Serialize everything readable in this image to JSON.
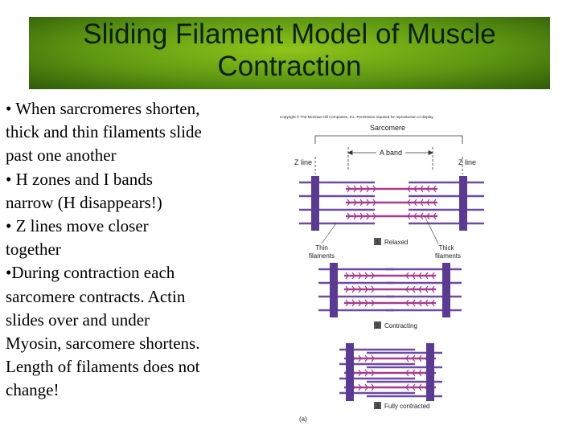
{
  "slide": {
    "title_lines": [
      "Sliding Filament Model of Muscle",
      "Contraction"
    ],
    "bullet_lines": [
      "• When sarcromeres shorten,",
      "thick and thin filaments slide",
      "past one another",
      "• H zones and I bands",
      "narrow (H disappears!)",
      "• Z lines move closer",
      "together",
      "•During contraction each",
      "sarcomere contracts.  Actin",
      "slides over and under",
      "Myosin, sarcomere shortens.",
      "Length of filaments does not",
      "change!"
    ]
  },
  "figure": {
    "copyright": "Copyright © The McGraw-Hill Companies, Inc. Permission required for reproduction or display.",
    "sarcomere_label": "Sarcomere",
    "a_band_label": "A band",
    "z_line_left": "Z line",
    "z_line_right": "Z line",
    "thin_filaments_label": [
      "Thin",
      "filaments"
    ],
    "thick_filaments_label": [
      "Thick",
      "filaments"
    ],
    "panel_label": "(a)",
    "stages": [
      {
        "number": "1",
        "label": "Relaxed"
      },
      {
        "number": "2",
        "label": "Contracting"
      },
      {
        "number": "3",
        "label": "Fully contracted"
      }
    ],
    "colors": {
      "z_disc": "#5b3a93",
      "thin_filament": "#6d4aa6",
      "thick_filament": "#a83a8f",
      "stage_badge": "#555555",
      "title_bar": "#6aa515"
    }
  }
}
